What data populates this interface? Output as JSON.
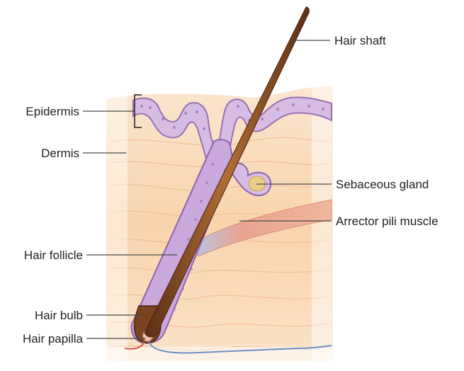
{
  "labels": {
    "hair_shaft": "Hair shaft",
    "epidermis": "Epidermis",
    "dermis": "Dermis",
    "sebaceous_gland": "Sebaceous gland",
    "arrector_pili_muscle": "Arrector pili muscle",
    "hair_follicle": "Hair follicle",
    "hair_bulb": "Hair bulb",
    "hair_papilla": "Hair papilla"
  },
  "colors": {
    "skin_light": "#fbe3c8",
    "skin_mid": "#f3c79c",
    "epidermis_purple": "#a27ab8",
    "epidermis_light": "#d7bde3",
    "hair_brown": "#6b3a1c",
    "hair_highlight": "#a8652e",
    "muscle_red": "#e8a08a",
    "sebaceous_yellow": "#e9cf86",
    "vessel_blue": "#6f8fc9",
    "vessel_red": "#d45a4a"
  }
}
